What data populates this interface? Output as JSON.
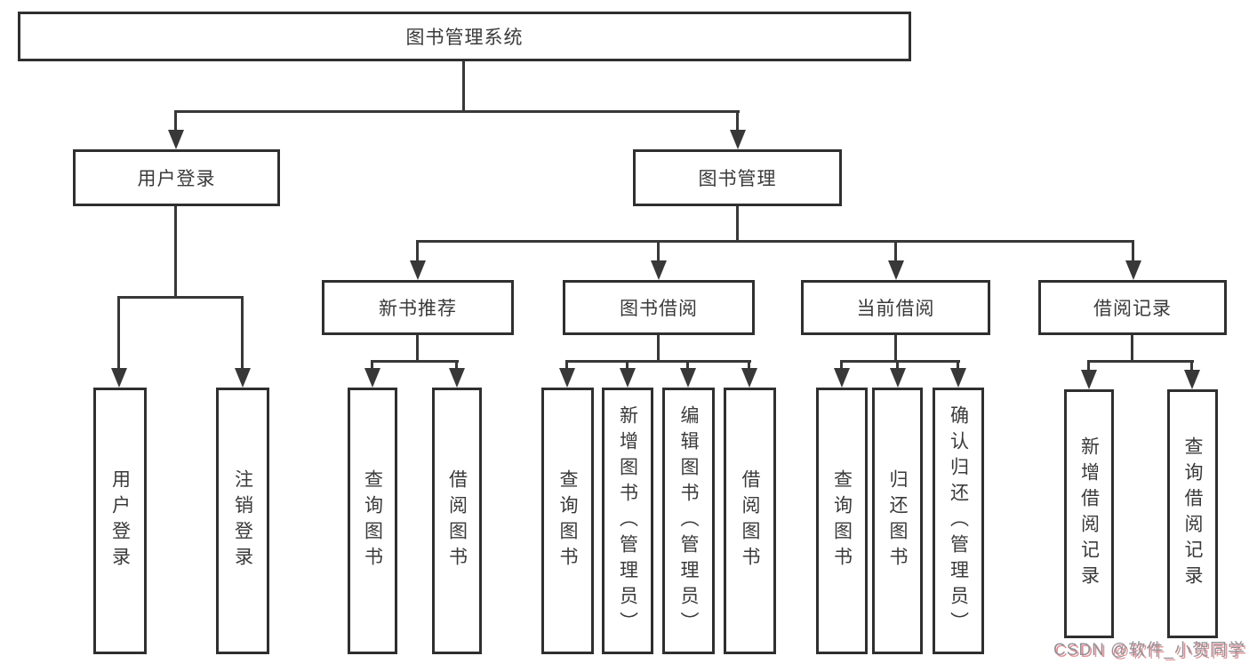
{
  "diagram": {
    "type": "hierarchy-tree",
    "title": "图书管理系统",
    "root": {
      "label": "图书管理系统"
    },
    "level2": [
      {
        "label": "用户登录"
      },
      {
        "label": "图书管理"
      }
    ],
    "level3": [
      {
        "label": "新书推荐",
        "parent": "图书管理"
      },
      {
        "label": "图书借阅",
        "parent": "图书管理"
      },
      {
        "label": "当前借阅",
        "parent": "图书管理"
      },
      {
        "label": "借阅记录",
        "parent": "图书管理"
      }
    ],
    "leaves": [
      {
        "label": "用户登录",
        "parent": "用户登录"
      },
      {
        "label": "注销登录",
        "parent": "用户登录"
      },
      {
        "label": "查询图书",
        "parent": "新书推荐"
      },
      {
        "label": "借阅图书",
        "parent": "新书推荐"
      },
      {
        "label": "查询图书",
        "parent": "图书借阅"
      },
      {
        "label": "新增图书（管理员）",
        "parent": "图书借阅"
      },
      {
        "label": "编辑图书（管理员）",
        "parent": "图书借阅"
      },
      {
        "label": "借阅图书",
        "parent": "图书借阅"
      },
      {
        "label": "查询图书",
        "parent": "当前借阅"
      },
      {
        "label": "归还图书",
        "parent": "当前借阅"
      },
      {
        "label": "确认归还（管理员）",
        "parent": "当前借阅"
      },
      {
        "label": "新增借阅记录",
        "parent": "借阅记录"
      },
      {
        "label": "查询借阅记录",
        "parent": "借阅记录"
      }
    ],
    "watermark": {
      "text": "CSDN @软件_小贺同学"
    },
    "colors": {
      "line": "#383838",
      "border": "#2f2f2f",
      "text": "#3a3a3a",
      "background": "#ffffff",
      "watermark": "#92929a",
      "watermark_accent": "#d65a60"
    }
  }
}
